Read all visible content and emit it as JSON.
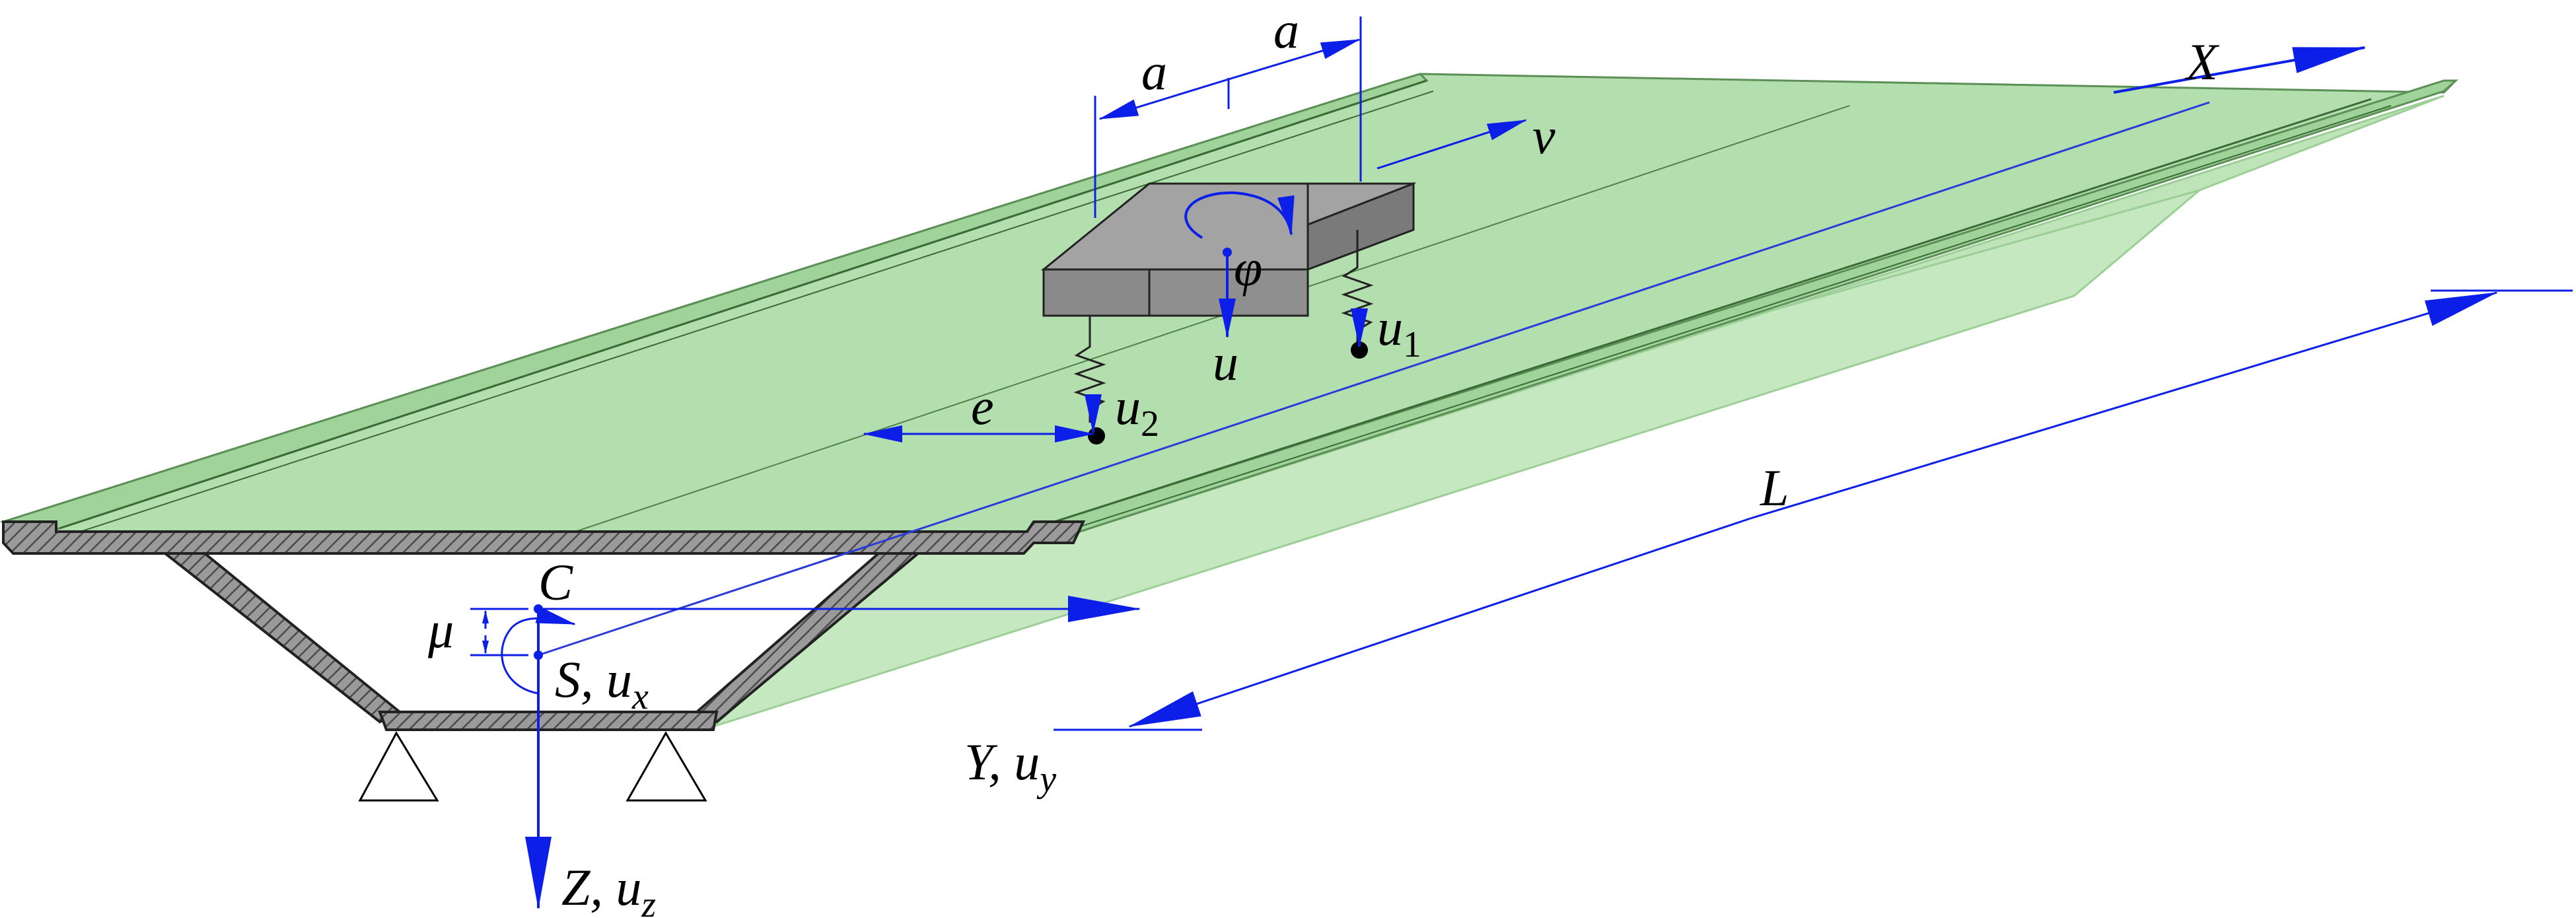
{
  "labels": {
    "x_axis": "X",
    "y_axis": "Y, u",
    "y_axis_sub": "y",
    "z_axis": "Z, u",
    "z_axis_sub": "z",
    "shear_center": "S, u",
    "shear_center_sub": "x",
    "centroid": "C",
    "offset_mu": "μ",
    "span": "L",
    "eccentricity": "e",
    "speed": "v",
    "half_base_1": "a",
    "half_base_2": "a",
    "rotation": "φ",
    "vertical": "u",
    "wheel_1": "u",
    "wheel_1_sub": "1",
    "wheel_2": "u",
    "wheel_2_sub": "2"
  },
  "colors": {
    "deck_top": "#b3dfae",
    "deck_side": "#c6e8c1",
    "deck_edge": "#8fc58a",
    "section_hatch": "#777777",
    "vehicle": "#8a8a8a",
    "vehicle_top": "#a3a3a3",
    "arrow_blue": "#0b1fe8",
    "line_black": "#000000"
  }
}
